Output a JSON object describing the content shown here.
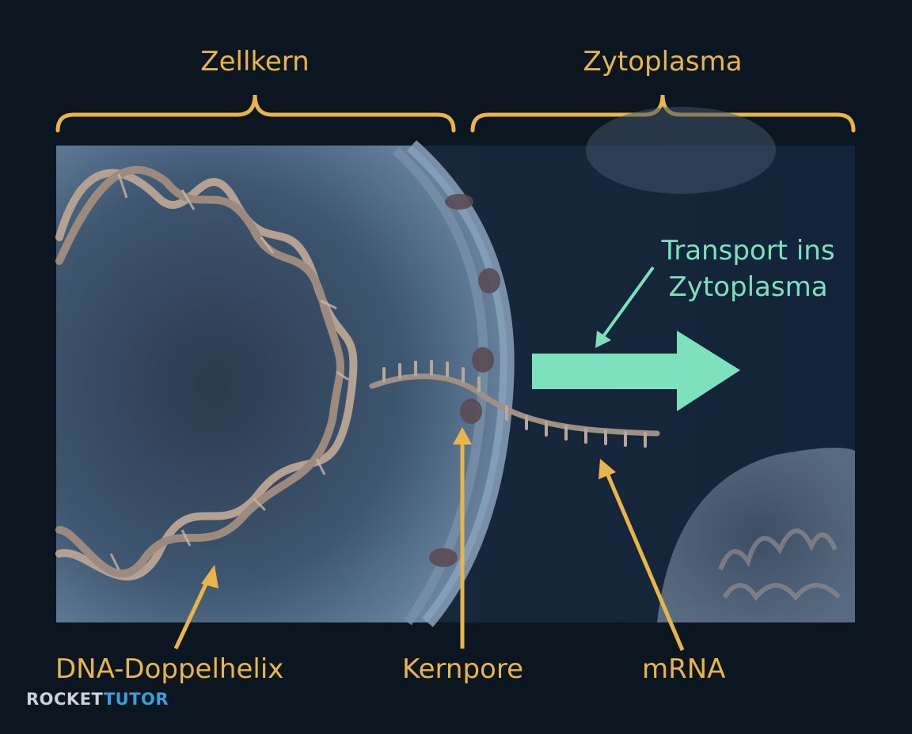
{
  "regions": {
    "nucleus": "Zellkern",
    "cytoplasm": "Zytoplasma"
  },
  "callouts": {
    "dna": "DNA-Doppelhelix",
    "pore": "Kernpore",
    "mrna": "mRNA"
  },
  "transport": {
    "line1": "Transport ins",
    "line2": "Zytoplasma"
  },
  "brand": {
    "part1": "ROCKET",
    "part2": "TUTOR"
  },
  "colors": {
    "background": "#0c1620",
    "label_accent": "#e9b549",
    "transport_accent": "#7ee1bd",
    "panel": "#16283a"
  }
}
